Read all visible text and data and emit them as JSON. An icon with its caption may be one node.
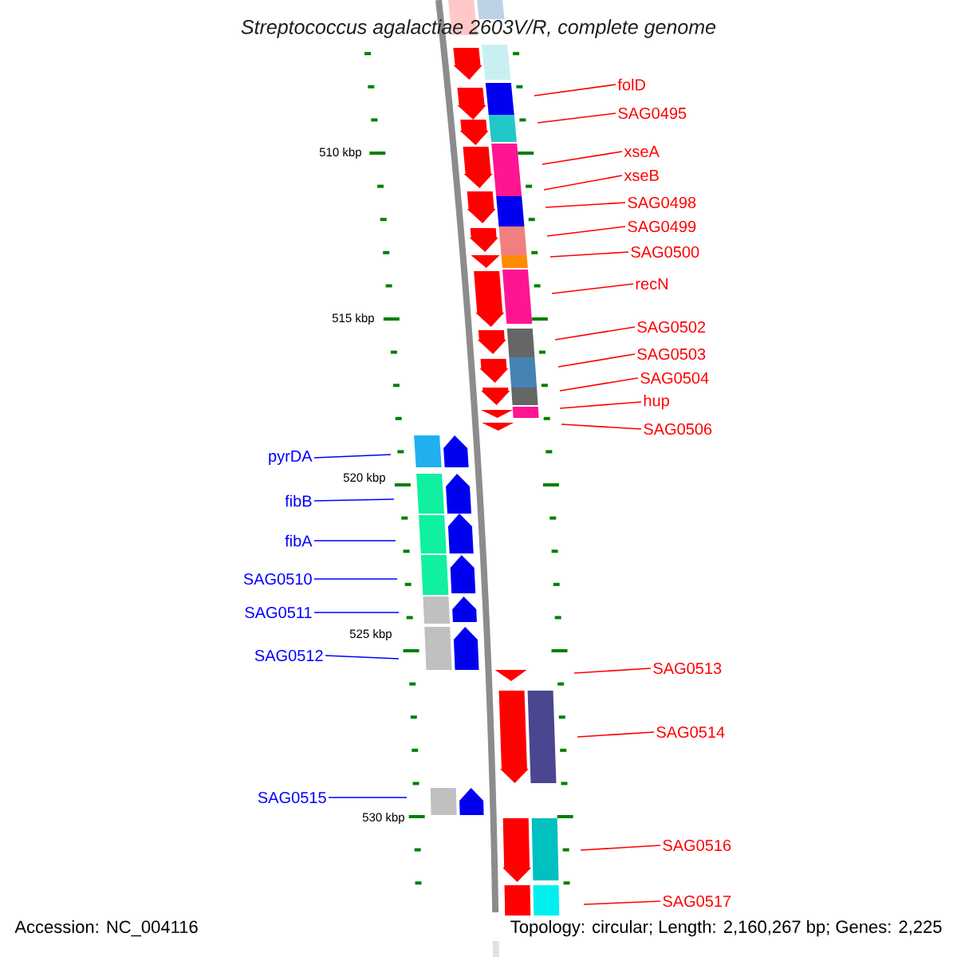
{
  "diagram": {
    "title": "Streptococcus agalactiae 2603V/R, complete genome",
    "nodes": [
      {
        "text": [
          "folD"
        ]
      },
      {
        "text": [
          "SAG0495"
        ]
      },
      {
        "text": [
          "xseA"
        ]
      },
      {
        "text": [
          "xseB"
        ]
      },
      {
        "text": [
          "SAG0498"
        ]
      },
      {
        "text": [
          "SAG0499"
        ]
      },
      {
        "text": [
          "SAG0500"
        ]
      },
      {
        "text": [
          "recN"
        ]
      },
      {
        "text": [
          "SAG0502"
        ]
      },
      {
        "text": [
          "SAG0503"
        ]
      },
      {
        "text": [
          "SAG0504"
        ]
      },
      {
        "text": [
          "hup"
        ]
      },
      {
        "text": [
          "SAG0506"
        ]
      },
      {
        "text": [
          "pyrDA"
        ]
      },
      {
        "text": [
          "fibB"
        ]
      },
      {
        "text": [
          "fibA"
        ]
      },
      {
        "text": [
          "SAG0510"
        ]
      },
      {
        "text": [
          "SAG0511"
        ]
      },
      {
        "text": [
          "SAG0512"
        ]
      },
      {
        "text": [
          "SAG0513"
        ]
      },
      {
        "text": [
          "SAG0514"
        ]
      },
      {
        "text": [
          "SAG0515"
        ]
      },
      {
        "text": [
          "SAG0516"
        ]
      },
      {
        "text": [
          "SAG0517"
        ]
      }
    ],
    "edges": [
      {
        "from": 0,
        "to": null,
        "arrow": "none"
      },
      {
        "from": 1,
        "to": null,
        "arrow": "none"
      },
      {
        "from": 2,
        "to": null,
        "arrow": "none"
      },
      {
        "from": 3,
        "to": null,
        "arrow": "none"
      },
      {
        "from": 4,
        "to": null,
        "arrow": "none"
      },
      {
        "from": 5,
        "to": null,
        "arrow": "none"
      },
      {
        "from": 6,
        "to": null,
        "arrow": "none"
      },
      {
        "from": 7,
        "to": null,
        "arrow": "none"
      },
      {
        "from": 8,
        "to": null,
        "arrow": "none"
      },
      {
        "from": 9,
        "to": null,
        "arrow": "none"
      },
      {
        "from": 10,
        "to": null,
        "arrow": "none"
      },
      {
        "from": 11,
        "to": null,
        "arrow": "none"
      },
      {
        "from": 12,
        "to": null,
        "arrow": "none"
      },
      {
        "from": 13,
        "to": null,
        "arrow": "none",
        "color": "#0000ff"
      },
      {
        "from": 14,
        "to": null,
        "arrow": "none",
        "color": "#0000ff"
      },
      {
        "from": 15,
        "to": null,
        "arrow": "none",
        "color": "#0000ff"
      },
      {
        "from": 16,
        "to": null,
        "arrow": "none",
        "color": "#0000ff"
      },
      {
        "from": 17,
        "to": null,
        "arrow": "none",
        "color": "#0000ff"
      },
      {
        "from": 18,
        "to": null,
        "arrow": "none",
        "color": "#0000ff"
      },
      {
        "from": 19,
        "to": null,
        "arrow": "none"
      },
      {
        "from": 20,
        "to": null,
        "arrow": "none"
      },
      {
        "from": 21,
        "to": null,
        "arrow": "none",
        "color": "#0000ff"
      },
      {
        "from": 22,
        "to": null,
        "arrow": "none"
      },
      {
        "from": 23,
        "to": null,
        "arrow": "none"
      }
    ],
    "labels": [
      "510 kbp",
      "515 kbp",
      "520 kbp",
      "525 kbp",
      "530 kbp",
      "Accession: NC_004116",
      "Topology: circular; Length: 2,160,267 bp; Genes: 2,225"
    ]
  }
}
